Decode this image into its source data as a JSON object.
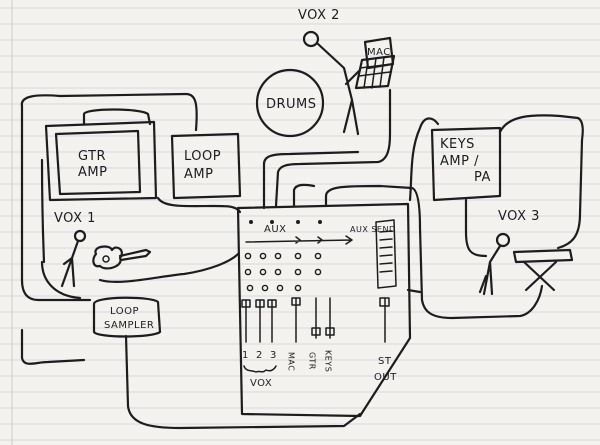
{
  "diagram": {
    "labels": {
      "vox2": "VOX 2",
      "mac": "MAC",
      "drums": "DRUMS",
      "gtr_amp_line1": "GTR",
      "gtr_amp_line2": "AMP",
      "loop_amp_line1": "LOOP",
      "loop_amp_line2": "AMP",
      "keys_amp_line1": "KEYS",
      "keys_amp_line2": "AMP /",
      "keys_amp_line3": "PA",
      "vox1": "VOX 1",
      "vox3": "VOX 3",
      "loop_sampler_line1": "LOOP",
      "loop_sampler_line2": "SAMPLER",
      "aux": "AUX",
      "aux_send": "AUX SEND",
      "ch1": "1",
      "ch2": "2",
      "ch3": "3",
      "vox_group": "VOX",
      "mac_v": "MAC",
      "gtr_v": "GTR",
      "keys_v": "KEYS",
      "st_out_line1": "ST",
      "st_out_line2": "OUT"
    }
  }
}
